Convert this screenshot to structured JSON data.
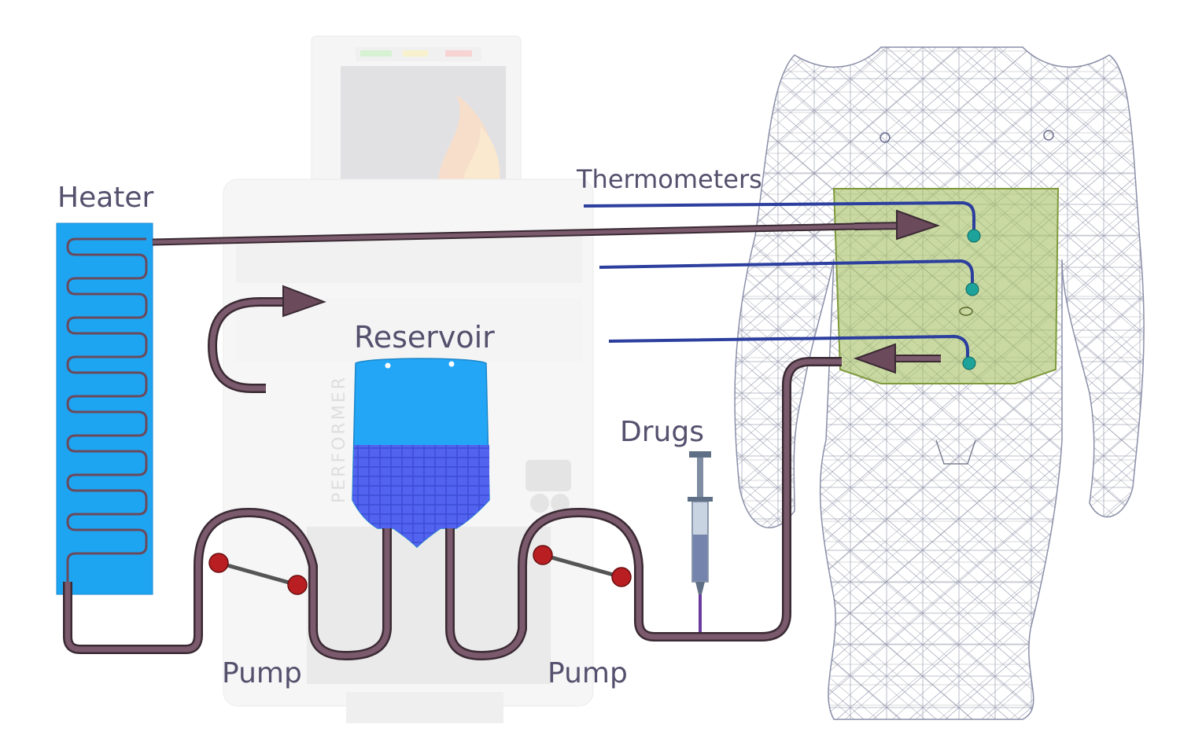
{
  "labels": {
    "heater": "Heater",
    "thermometers": "Thermometers",
    "reservoir": "Reservoir",
    "drugs": "Drugs",
    "pump_left": "Pump",
    "pump_right": "Pump"
  },
  "machine": {
    "brand_vertical": "PERFORMER"
  },
  "colors": {
    "tube": "#6b4a5c",
    "heater_fill": "#1ea5f2",
    "reservoir_fill": "#24a6f6",
    "reservoir_liquid": "#5263f0",
    "thermometer_wire": "#2c3e9e",
    "thermometer_tip": "#1ea39a",
    "pump_ball": "#b81e22",
    "abdomen_fill": "#a5bf63",
    "body_mesh": "#8a8fa8",
    "label_text": "#55506d",
    "drug_line": "#6a3a9e"
  }
}
